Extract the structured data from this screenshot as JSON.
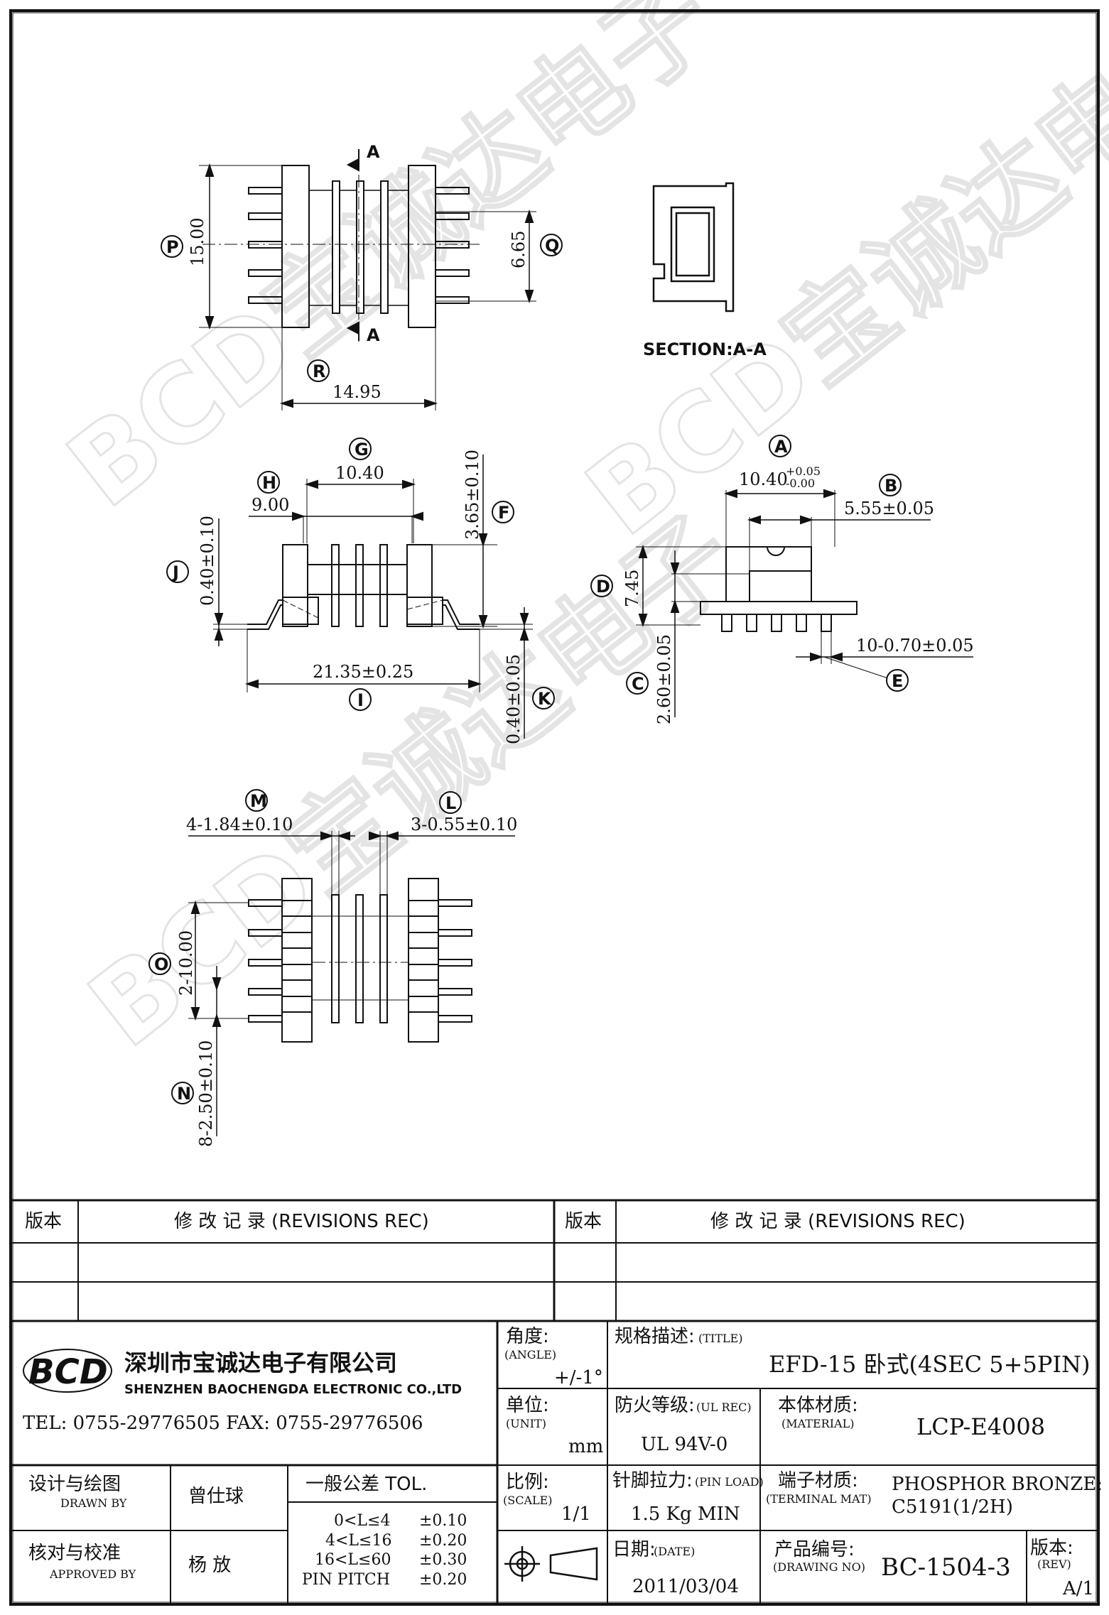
{
  "drawing": {
    "section_label": "SECTION:A-A",
    "labels": {
      "A": "A",
      "B": "B",
      "C": "C",
      "D": "D",
      "E": "E",
      "F": "F",
      "G": "G",
      "H": "H",
      "I": "I",
      "J": "J",
      "K": "K",
      "L": "L",
      "M": "M",
      "N": "N",
      "O": "O",
      "P": "P",
      "Q": "Q",
      "R": "R"
    },
    "section_mark": "A",
    "dims": {
      "P": "15.00",
      "Q": "6.65",
      "R": "14.95",
      "G": "10.40",
      "H": "9.00",
      "F": "3.65±0.10",
      "J": "0.40±0.10",
      "I": "21.35±0.25",
      "K": "0.40±0.05",
      "A_main": "10.40",
      "A_tol_up": "+0.05",
      "A_tol_dn": "-0.00",
      "B": "5.55±0.05",
      "D": "7.45",
      "C": "2.60±0.05",
      "E": "10-0.70±0.05",
      "M": "4-1.84±0.10",
      "L": "3-0.55±0.10",
      "O": "2-10.00",
      "N": "8-2.50±0.10"
    },
    "watermark": [
      "BCD宝诚达电子",
      "BCD宝诚达电子",
      "BCD宝诚达电子"
    ]
  },
  "revisions": {
    "col_ver": "版本",
    "col_rec": "修 改 记 录  (REVISIONS REC)"
  },
  "title_block": {
    "company_cn": "深圳市宝诚达电子有限公司",
    "company_en": "SHENZHEN BAOCHENGDA ELECTRONIC CO.,LTD",
    "logo_text": "BCD",
    "tel": "TEL: 0755-29776505  FAX: 0755-29776506",
    "angle_label": "角度:",
    "angle_label_en": "(ANGLE)",
    "angle_value": "+/-1°",
    "title_label": "规格描述:",
    "title_label_en": "(TITLE)",
    "title_value": "EFD-15 卧式(4SEC 5+5PIN)",
    "unit_label": "单位:",
    "unit_label_en": "(UNIT)",
    "unit_value": "mm",
    "ul_label": "防火等级:",
    "ul_label_en": "(UL REC)",
    "ul_value": "UL 94V-0",
    "material_label": "本体材质:",
    "material_label_en": "(MATERIAL)",
    "material_value": "LCP-E4008",
    "designed_label": "设计与绘图",
    "designed_label_en": "DRAWN BY",
    "designed_by": "曾仕球",
    "tol_title": "一般公差 TOL.",
    "tol_rows": [
      {
        "range": "0<L≤4",
        "tol": "±0.10"
      },
      {
        "range": "4<L≤16",
        "tol": "±0.20"
      },
      {
        "range": "16<L≤60",
        "tol": "±0.30"
      },
      {
        "range": "PIN PITCH",
        "tol": "±0.20"
      }
    ],
    "scale_label": "比例:",
    "scale_label_en": "(SCALE)",
    "scale_value": "1/1",
    "pin_load_label": "针脚拉力:",
    "pin_load_label_en": "(PIN LOAD)",
    "pin_load_value": "1.5 Kg MIN",
    "terminal_label": "端子材质:",
    "terminal_label_en": "(TERMINAL MAT)",
    "terminal_value1": "PHOSPHOR BRONZE:",
    "terminal_value2": "C5191(1/2H)",
    "approved_label": "核对与校准",
    "approved_label_en": "APPROVED BY",
    "approved_by": "杨  放",
    "date_label": "日期:",
    "date_label_en": "(DATE)",
    "date_value": "2011/03/04",
    "drawing_no_label": "产品编号:",
    "drawing_no_label_en": "(DRAWING NO)",
    "drawing_no_value": "BC-1504-3",
    "rev_label": "版本:",
    "rev_label_en": "(REV)",
    "rev_value": "A/1"
  }
}
